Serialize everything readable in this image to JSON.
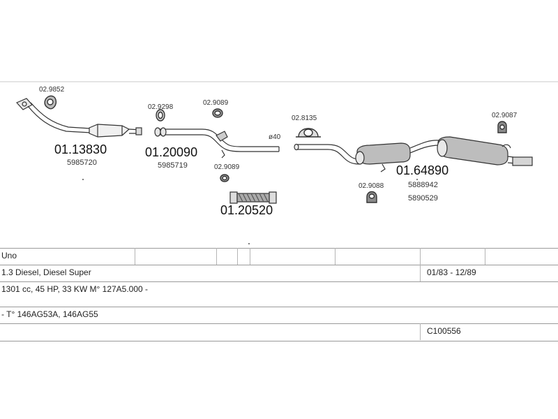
{
  "parts": {
    "p029852": "02.9852",
    "p029298": "02.9298",
    "p029089_top": "02.9089",
    "p028135": "02.8135",
    "p029087": "02.9087",
    "p029089_bottom": "02.9089",
    "p029088": "02.9088",
    "main_0113830": "01.13830",
    "oe_0113830": "5985720",
    "main_0120090": "01.20090",
    "oe_0120090": "5985719",
    "main_0120520": "01.20520",
    "main_0164890": "01.64890",
    "oe_0164890_a": "5888942",
    "oe_0164890_b": "5890529",
    "diameter": "ø40"
  },
  "info": {
    "model": "Uno",
    "engine": "1.3 Diesel, Diesel Super",
    "date_range": "01/83 - 12/89",
    "specs": "1301 cc, 45 HP, 33 KW M° 127A5.000 -",
    "chassis": "- T° 146AG53A, 146AG55",
    "code": "C100556"
  }
}
